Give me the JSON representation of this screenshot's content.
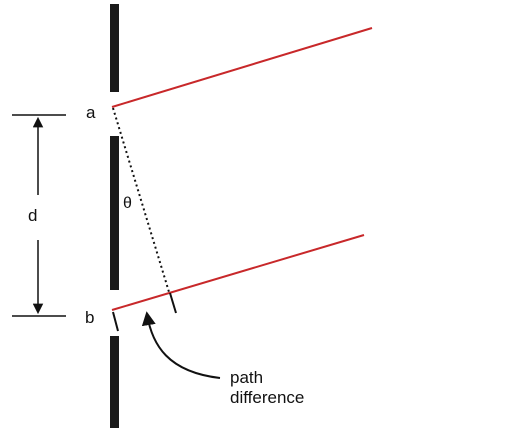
{
  "labels": {
    "a": "a",
    "b": "b",
    "d": "d",
    "theta": "θ",
    "path_difference_line1": "path",
    "path_difference_line2": "difference"
  },
  "colors": {
    "ray": "#c8282a",
    "barrier": "#1a1a1a",
    "line": "#111111"
  }
}
